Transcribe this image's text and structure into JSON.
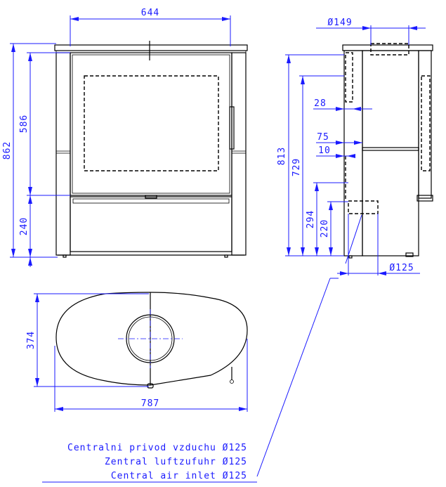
{
  "dimensions": {
    "front_width": "644",
    "front_height": "862",
    "front_door_height": "586",
    "front_base_height": "240",
    "side_flue_diameter": "Ø149",
    "side_height": "813",
    "side_outlet_height": "729",
    "side_offset_28": "28",
    "side_offset_75": "75",
    "side_offset_10": "10",
    "side_inlet_294": "294",
    "side_inlet_220": "220",
    "side_inlet_diameter": "Ø125",
    "top_depth": "374",
    "top_width": "787"
  },
  "note": {
    "lines": [
      "Centralni privod vzduchu Ø125",
      "Zentral luftzufuhr Ø125",
      "Central air inlet Ø125"
    ]
  },
  "colors": {
    "outline": "#000000",
    "dimension": "#1a1aff"
  }
}
